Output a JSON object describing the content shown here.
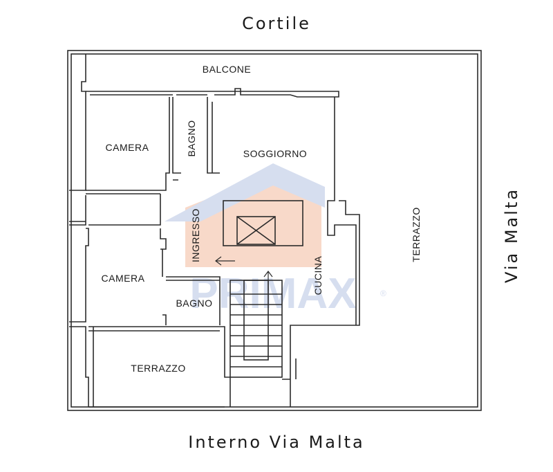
{
  "streets": {
    "top": "Cortile",
    "bottom": "Interno Via Malta",
    "right": "Via Malta"
  },
  "rooms": {
    "balcone": "BALCONE",
    "camera_top": "CAMERA",
    "bagno_top": "BAGNO",
    "soggiorno": "SOGGIORNO",
    "ingresso": "INGRESSO",
    "cucina": "CUCINA",
    "terrazzo_right": "TERRAZZO",
    "camera_bottom": "CAMERA",
    "bagno_bottom": "BAGNO",
    "terrazzo_bottom": "TERRAZZO"
  },
  "watermark": {
    "brand": "PRIMAX",
    "mark": "®",
    "color_blue": "#c9d3ea",
    "color_orange": "#f6cdb8"
  },
  "colors": {
    "wall": "#2b2b2b",
    "background": "#ffffff"
  }
}
